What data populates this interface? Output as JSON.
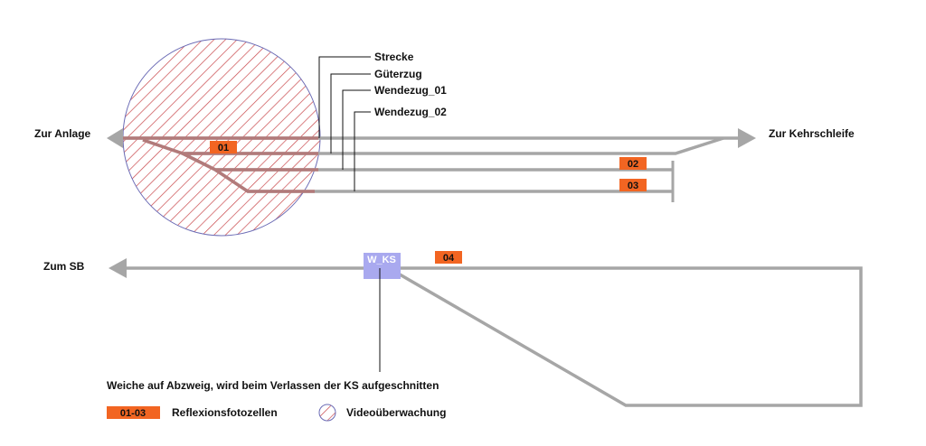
{
  "colors": {
    "track": "#a6a6a6",
    "track_in_zone": "#b27a7a",
    "sensor": "#f26522",
    "switch": "#a9a9ef",
    "zone_hatch": "#c9484c",
    "zone_outline": "#6b6bb5",
    "leader": "#111111"
  },
  "top_section": {
    "left_destination": "Zur Anlage",
    "right_destination": "Zur Kehrschleife",
    "track_labels": [
      "Strecke",
      "Güterzug",
      "Wendezug_01",
      "Wendezug_02"
    ],
    "sensors": [
      "01",
      "02",
      "03"
    ]
  },
  "bottom_section": {
    "left_destination": "Zum SB",
    "switch_label": "W_KS",
    "sensor": "04",
    "switch_note": "Weiche auf Abzweig, wird beim Verlassen der KS aufgeschnitten"
  },
  "legend": {
    "sensor_sample": "01-03",
    "sensor_label": "Reflexionsfotozellen",
    "video_label": "Videoüberwachung"
  }
}
